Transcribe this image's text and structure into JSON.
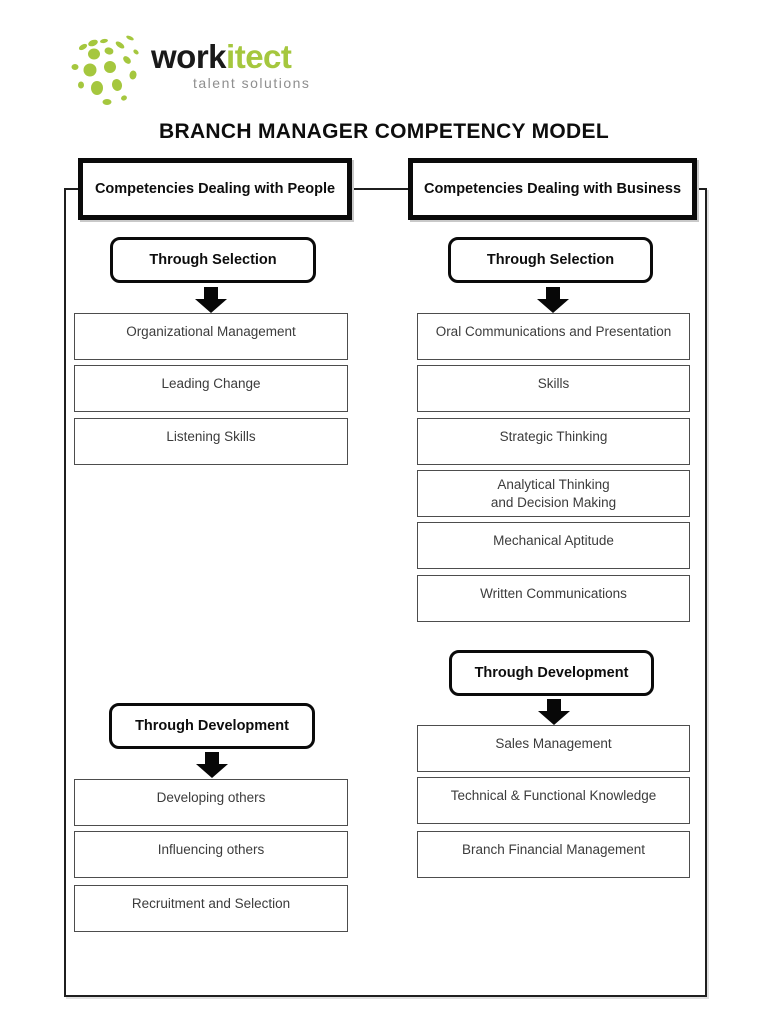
{
  "theme": {
    "brand_green": "#a5c73e"
  },
  "logo": {
    "brand_black": "work",
    "brand_green_text": "itect",
    "tagline": "talent solutions"
  },
  "title": "BRANCH MANAGER COMPETENCY MODEL",
  "columns": [
    {
      "header": "Competencies Dealing with People",
      "sections": [
        {
          "label": "Through Selection",
          "items": [
            "Organizational Management",
            "Leading Change",
            "Listening Skills"
          ]
        },
        {
          "label": "Through Development",
          "items": [
            "Developing others",
            "Influencing others",
            "Recruitment and Selection"
          ]
        }
      ]
    },
    {
      "header": "Competencies Dealing with Business",
      "sections": [
        {
          "label": "Through Selection",
          "items": [
            "Oral Communications and Presentation",
            "Skills",
            "Strategic Thinking",
            "Analytical Thinking\nand Decision Making",
            "Mechanical Aptitude",
            "Written Communications"
          ]
        },
        {
          "label": "Through Development",
          "items": [
            "Sales Management",
            "Technical & Functional Knowledge",
            "Branch Financial Management"
          ]
        }
      ]
    }
  ]
}
